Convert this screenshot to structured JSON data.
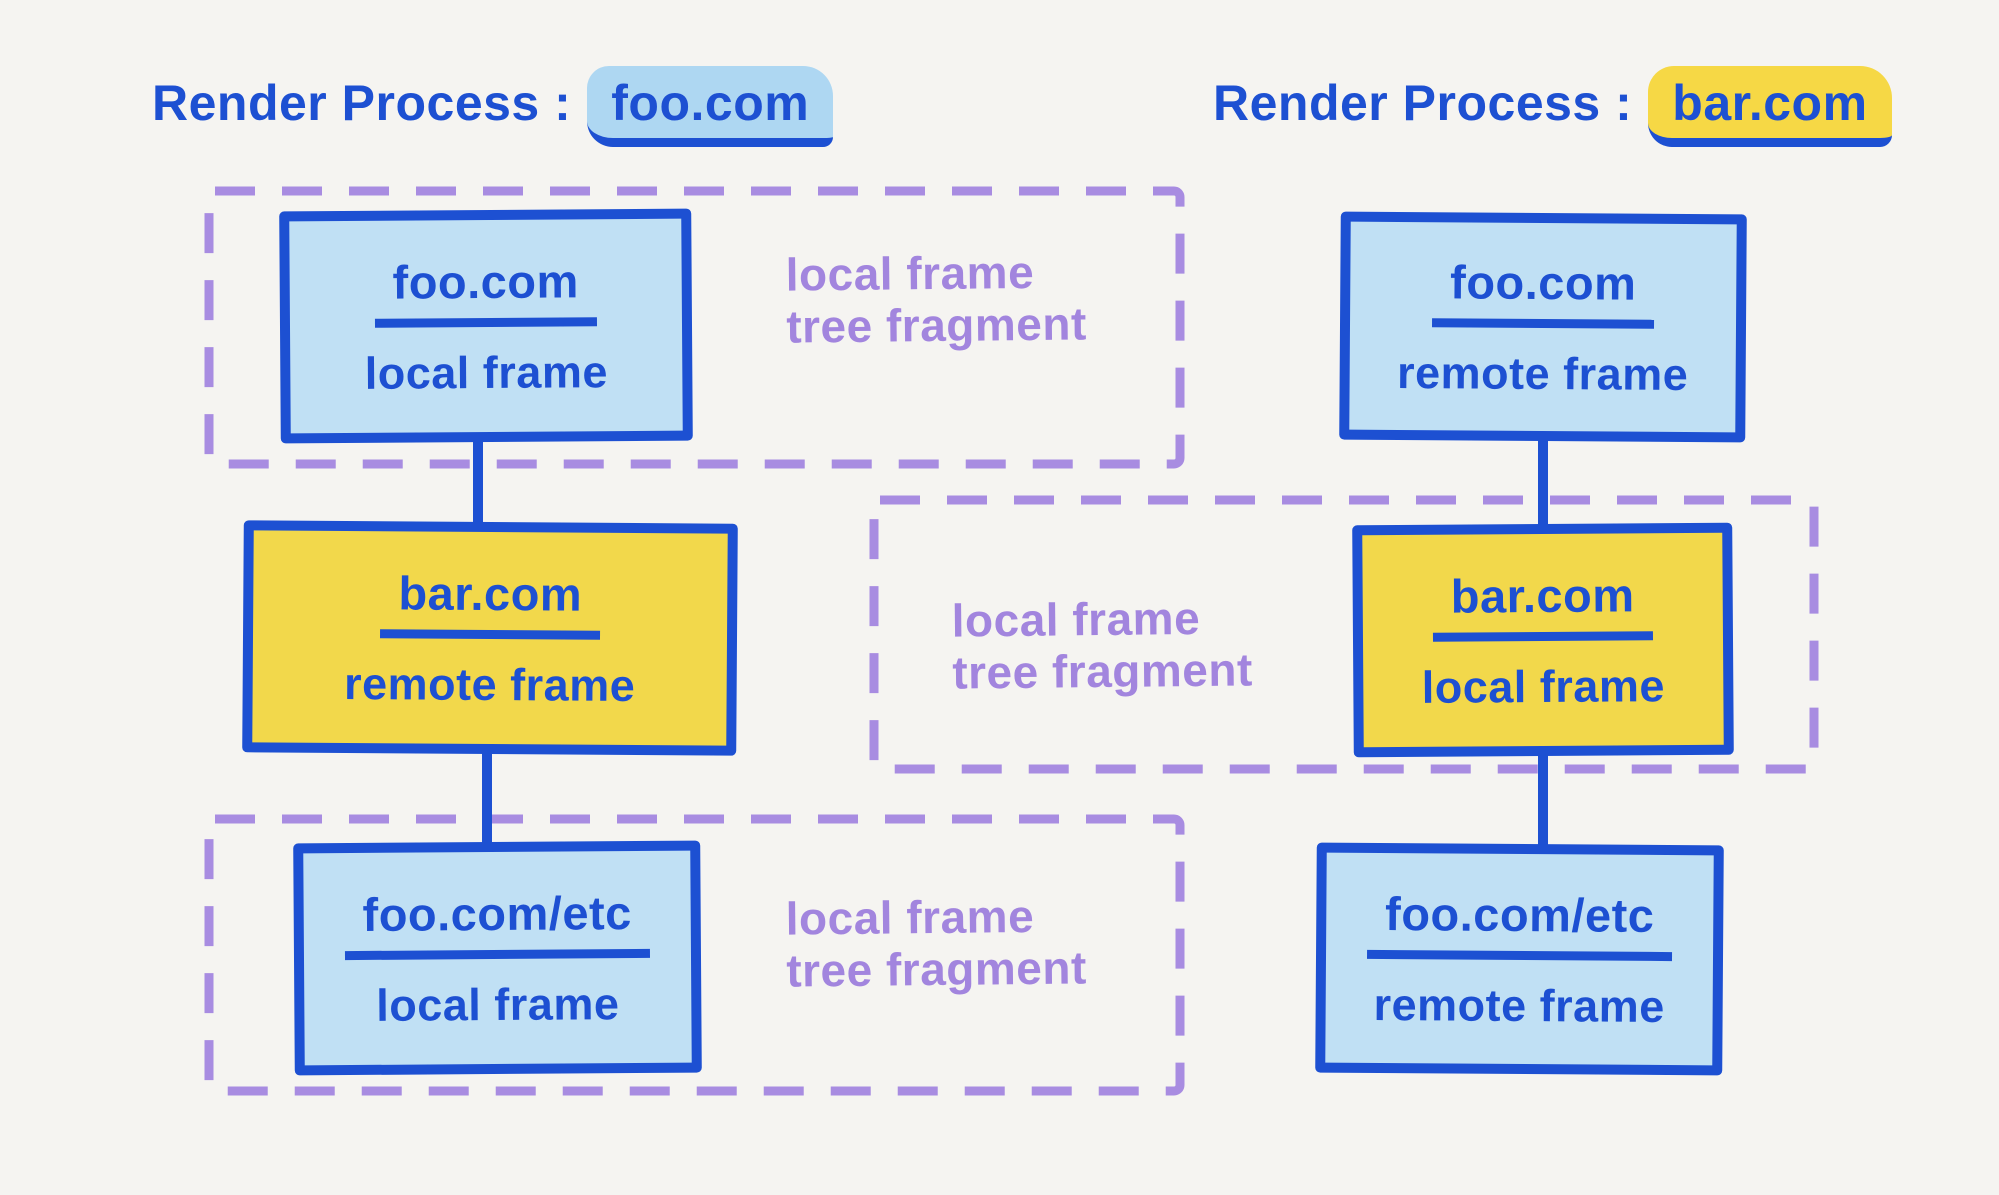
{
  "colors": {
    "background": "#f5f4f1",
    "blue_stroke": "#1d50d2",
    "blue_fill": "#c0e0f4",
    "yellow_fill": "#f2d84b",
    "purple": "#a88ce1",
    "highlight_blue": "#aed7f2",
    "highlight_yellow": "#f6d845"
  },
  "left": {
    "title_prefix": "Render Process :",
    "title_domain": "foo.com",
    "nodes": [
      {
        "domain": "foo.com",
        "type": "local frame"
      },
      {
        "domain": "bar.com",
        "type": "remote frame"
      },
      {
        "domain": "foo.com/etc",
        "type": "local frame"
      }
    ]
  },
  "right": {
    "title_prefix": "Render Process :",
    "title_domain": "bar.com",
    "nodes": [
      {
        "domain": "foo.com",
        "type": "remote frame"
      },
      {
        "domain": "bar.com",
        "type": "local frame"
      },
      {
        "domain": "foo.com/etc",
        "type": "remote frame"
      }
    ]
  },
  "fragment_labels": [
    {
      "line1": "local frame",
      "line2": "tree fragment"
    },
    {
      "line1": "local frame",
      "line2": "tree fragment"
    },
    {
      "line1": "local frame",
      "line2": "tree fragment"
    }
  ]
}
